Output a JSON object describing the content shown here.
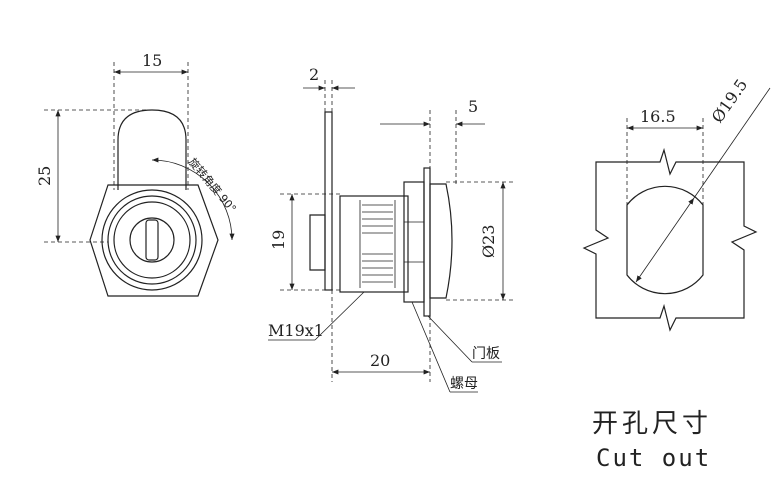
{
  "front_view": {
    "width_dim": "15",
    "height_dim": "25",
    "rotation_note": "旋转角度 90°"
  },
  "side_view": {
    "cam_thickness_dim": "2",
    "flange_dim": "5",
    "height_dim": "19",
    "diameter_dim": "Ø23",
    "thread_label": "M19x1",
    "length_dim": "20",
    "panel_label": "门板",
    "nut_label": "螺母"
  },
  "cutout": {
    "flat_width_dim": "16.5",
    "diameter_dim": "Ø19.5",
    "caption_cn": "开孔尺寸",
    "caption_en": "Cut out"
  }
}
